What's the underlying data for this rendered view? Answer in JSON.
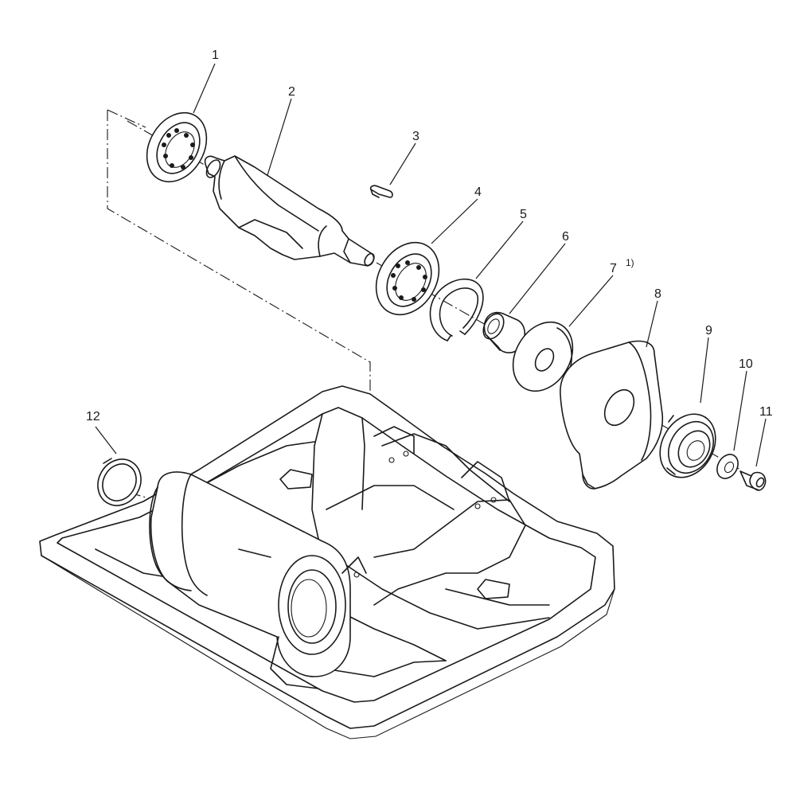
{
  "diagram": {
    "labels": [
      {
        "id": "1",
        "text": "1"
      },
      {
        "id": "2",
        "text": "2"
      },
      {
        "id": "3",
        "text": "3"
      },
      {
        "id": "4",
        "text": "4"
      },
      {
        "id": "5",
        "text": "5"
      },
      {
        "id": "6",
        "text": "6"
      },
      {
        "id": "7",
        "text": "7"
      },
      {
        "id": "8",
        "text": "8"
      },
      {
        "id": "9",
        "text": "9"
      },
      {
        "id": "10",
        "text": "10"
      },
      {
        "id": "11",
        "text": "11"
      },
      {
        "id": "12",
        "text": "12"
      }
    ],
    "footnote_marker": "1)"
  }
}
